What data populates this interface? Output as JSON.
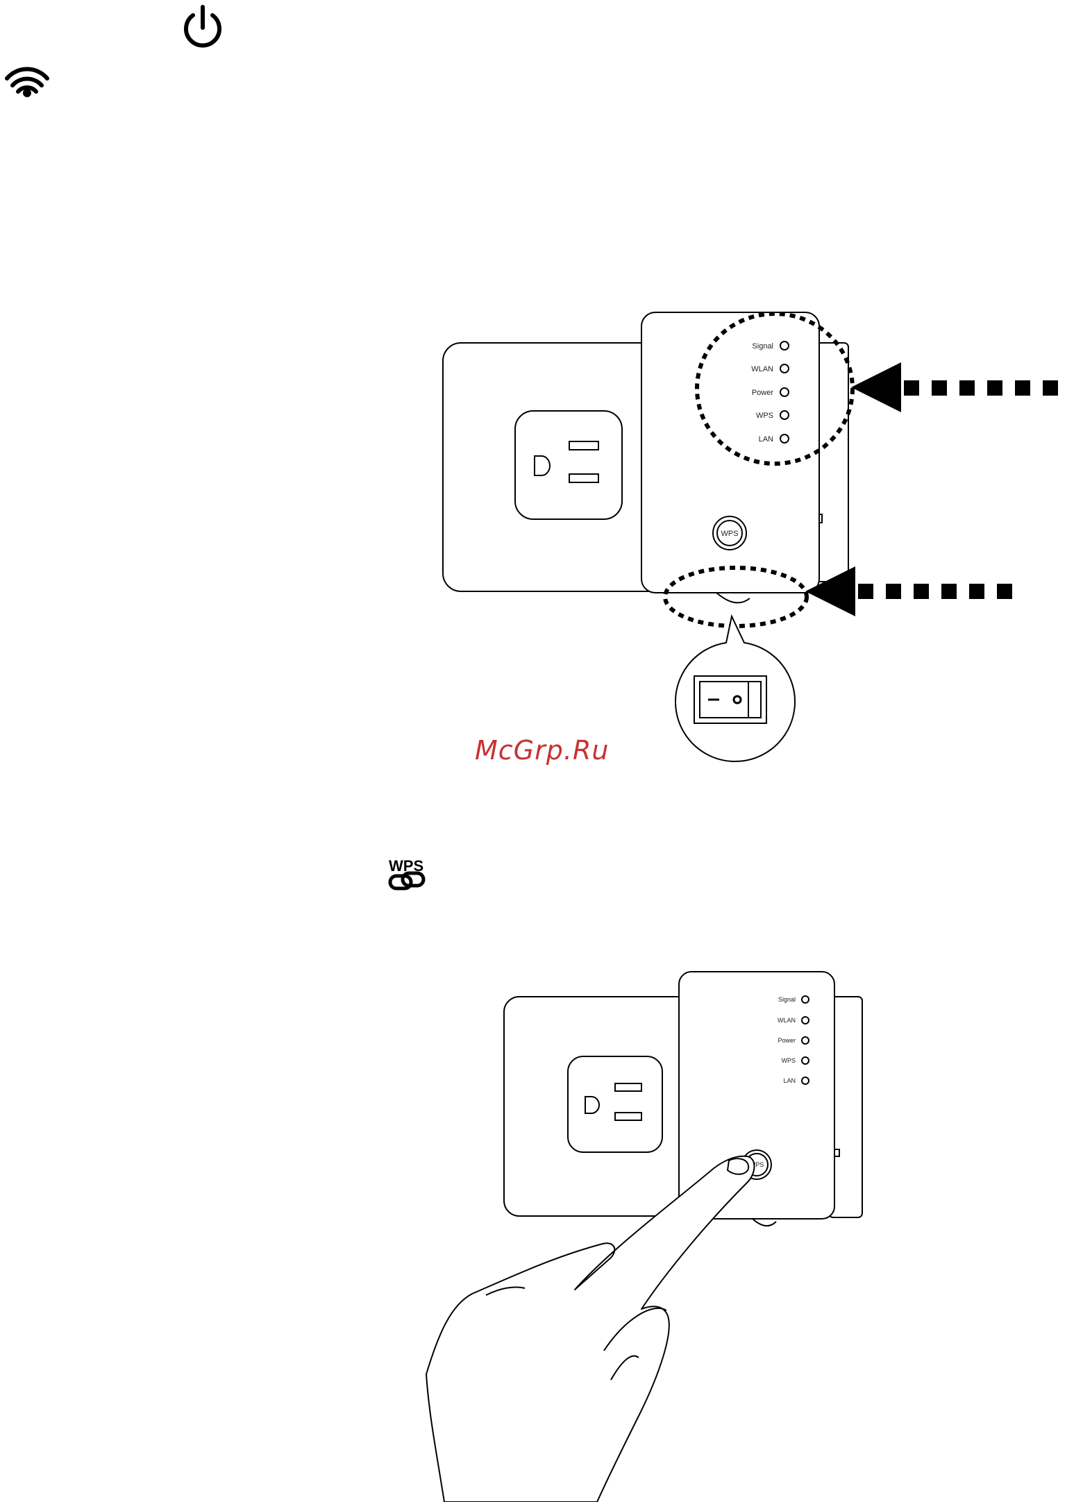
{
  "icons": {
    "power": "power-icon",
    "wifi": "wifi-icon",
    "wps": "wps-link-icon"
  },
  "wps_icon_label": "WPS",
  "device_top": {
    "leds": [
      "Signal",
      "WLAN",
      "Power",
      "WPS",
      "LAN"
    ],
    "button_label": "WPS"
  },
  "device_bottom": {
    "leds": [
      "Signal",
      "WLAN",
      "Power",
      "WPS",
      "LAN"
    ],
    "button_label": "WPS"
  },
  "watermark": "McGrp.Ru",
  "colors": {
    "line": "#000000",
    "watermark": "#c83232"
  }
}
